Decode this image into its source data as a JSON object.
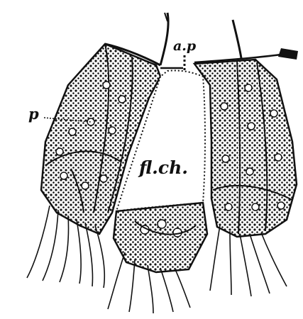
{
  "figure": {
    "labels": {
      "ap": "a.p",
      "p": "p",
      "flch": "fl.ch."
    }
  }
}
